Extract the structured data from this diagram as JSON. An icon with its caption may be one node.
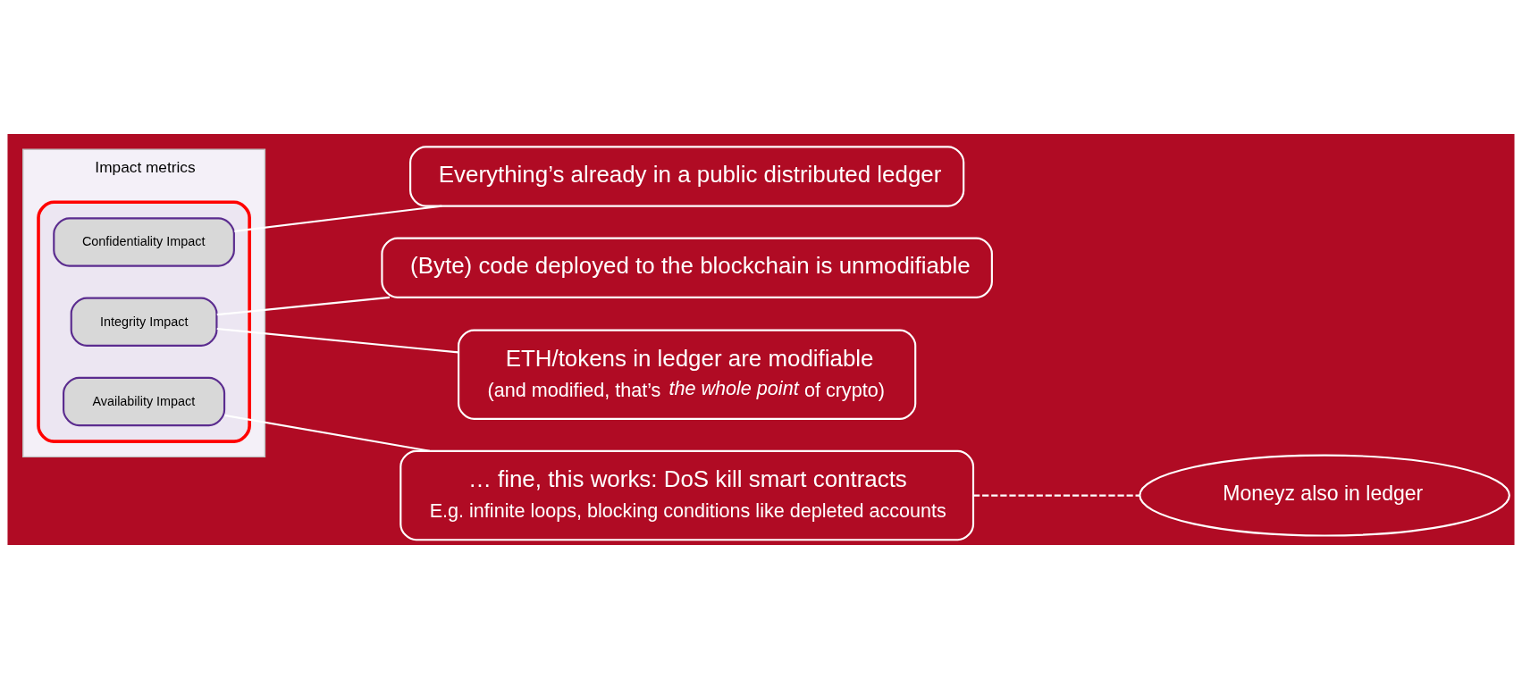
{
  "diagram": {
    "nodes": [
      {
        "text": [
          "Impact metrics"
        ]
      },
      {
        "text": [],
        "shape": "box",
        "in": 0
      },
      {
        "text": [
          "Confidentiality Impact"
        ],
        "in": 1
      },
      {
        "text": [
          "Integrity Impact"
        ],
        "in": 1
      },
      {
        "text": [
          "Availability Impact"
        ],
        "in": 1
      },
      {
        "text": [
          "Everything’s already in a public distributed ledger"
        ]
      },
      {
        "text": [
          "(Byte) code deployed to the blockchain is unmodifiable"
        ]
      },
      {
        "text": [
          "ETH/tokens in ledger are modifiable",
          "(and modified, that’s *the whole point* of crypto)"
        ]
      },
      {
        "text": [
          "… fine, this works: DoS kill smart contracts",
          "E.g. infinite loops, blocking conditions like depleted accounts"
        ]
      },
      {
        "text": [
          "Moneyz also in ledger"
        ]
      }
    ],
    "edges": [
      {
        "from": 5,
        "to": 2,
        "arrow": "none",
        "color": "#ffffff"
      },
      {
        "from": 6,
        "to": 3,
        "arrow": "none",
        "color": "#ffffff"
      },
      {
        "from": 7,
        "to": 3,
        "arrow": "none",
        "color": "#ffffff"
      },
      {
        "from": 8,
        "to": 4,
        "arrow": "none",
        "color": "#ffffff"
      },
      {
        "from": 9,
        "to": 8,
        "arrow": "none",
        "style": "dashed",
        "color": "#ffffff"
      }
    ]
  }
}
